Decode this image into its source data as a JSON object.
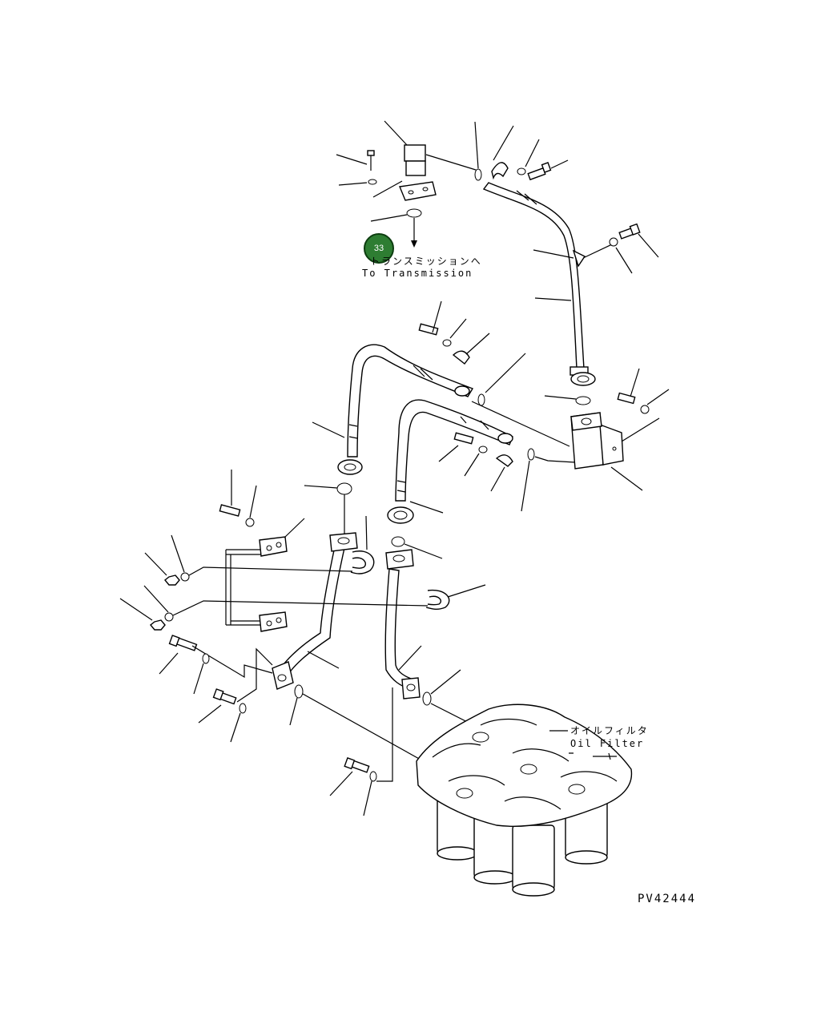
{
  "diagram": {
    "callouts": {
      "transmission_jp": "トランスミッションへ",
      "transmission_en": "To Transmission",
      "oil_filter_jp": "オイルフィルタ",
      "oil_filter_en": "Oil Filter"
    },
    "badge": {
      "number": "33",
      "color": "#2e7d32"
    },
    "drawing_code": "PV42444"
  }
}
